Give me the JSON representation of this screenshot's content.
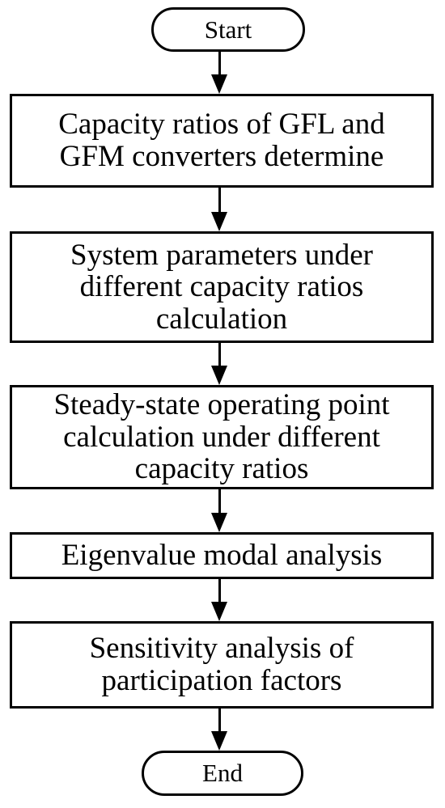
{
  "flowchart": {
    "start_label": "Start",
    "steps": [
      "Capacity ratios of GFL and GFM converters determine",
      "System parameters under different capacity ratios calculation",
      "Steady-state operating point calculation under different capacity ratios",
      "Eigenvalue modal analysis",
      "Sensitivity analysis of participation factors"
    ],
    "end_label": "End"
  },
  "colors": {
    "stroke": "#000000",
    "background": "#ffffff"
  }
}
